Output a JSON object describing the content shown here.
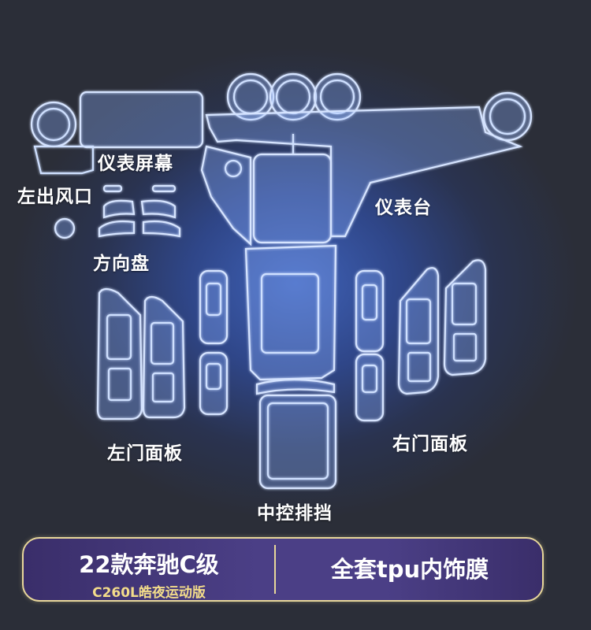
{
  "labels": {
    "instrument_screen": "仪表屏幕",
    "left_vent": "左出风口",
    "steering_wheel": "方向盘",
    "dashboard": "仪表台",
    "left_door_panel": "左门面板",
    "right_door_panel": "右门面板",
    "center_console": "中控排挡"
  },
  "banner": {
    "title": "22款奔驰C级",
    "subtitle": "C260L皓夜运动版",
    "product": "全套tpu内饰膜"
  },
  "colors": {
    "background": "#2b2e38",
    "glow": "#3f62b8",
    "outline": "#cfe0ff",
    "banner_border": "#e8d79a",
    "banner_fill": "#4b3f86",
    "subtitle_text": "#f3dc8a"
  }
}
